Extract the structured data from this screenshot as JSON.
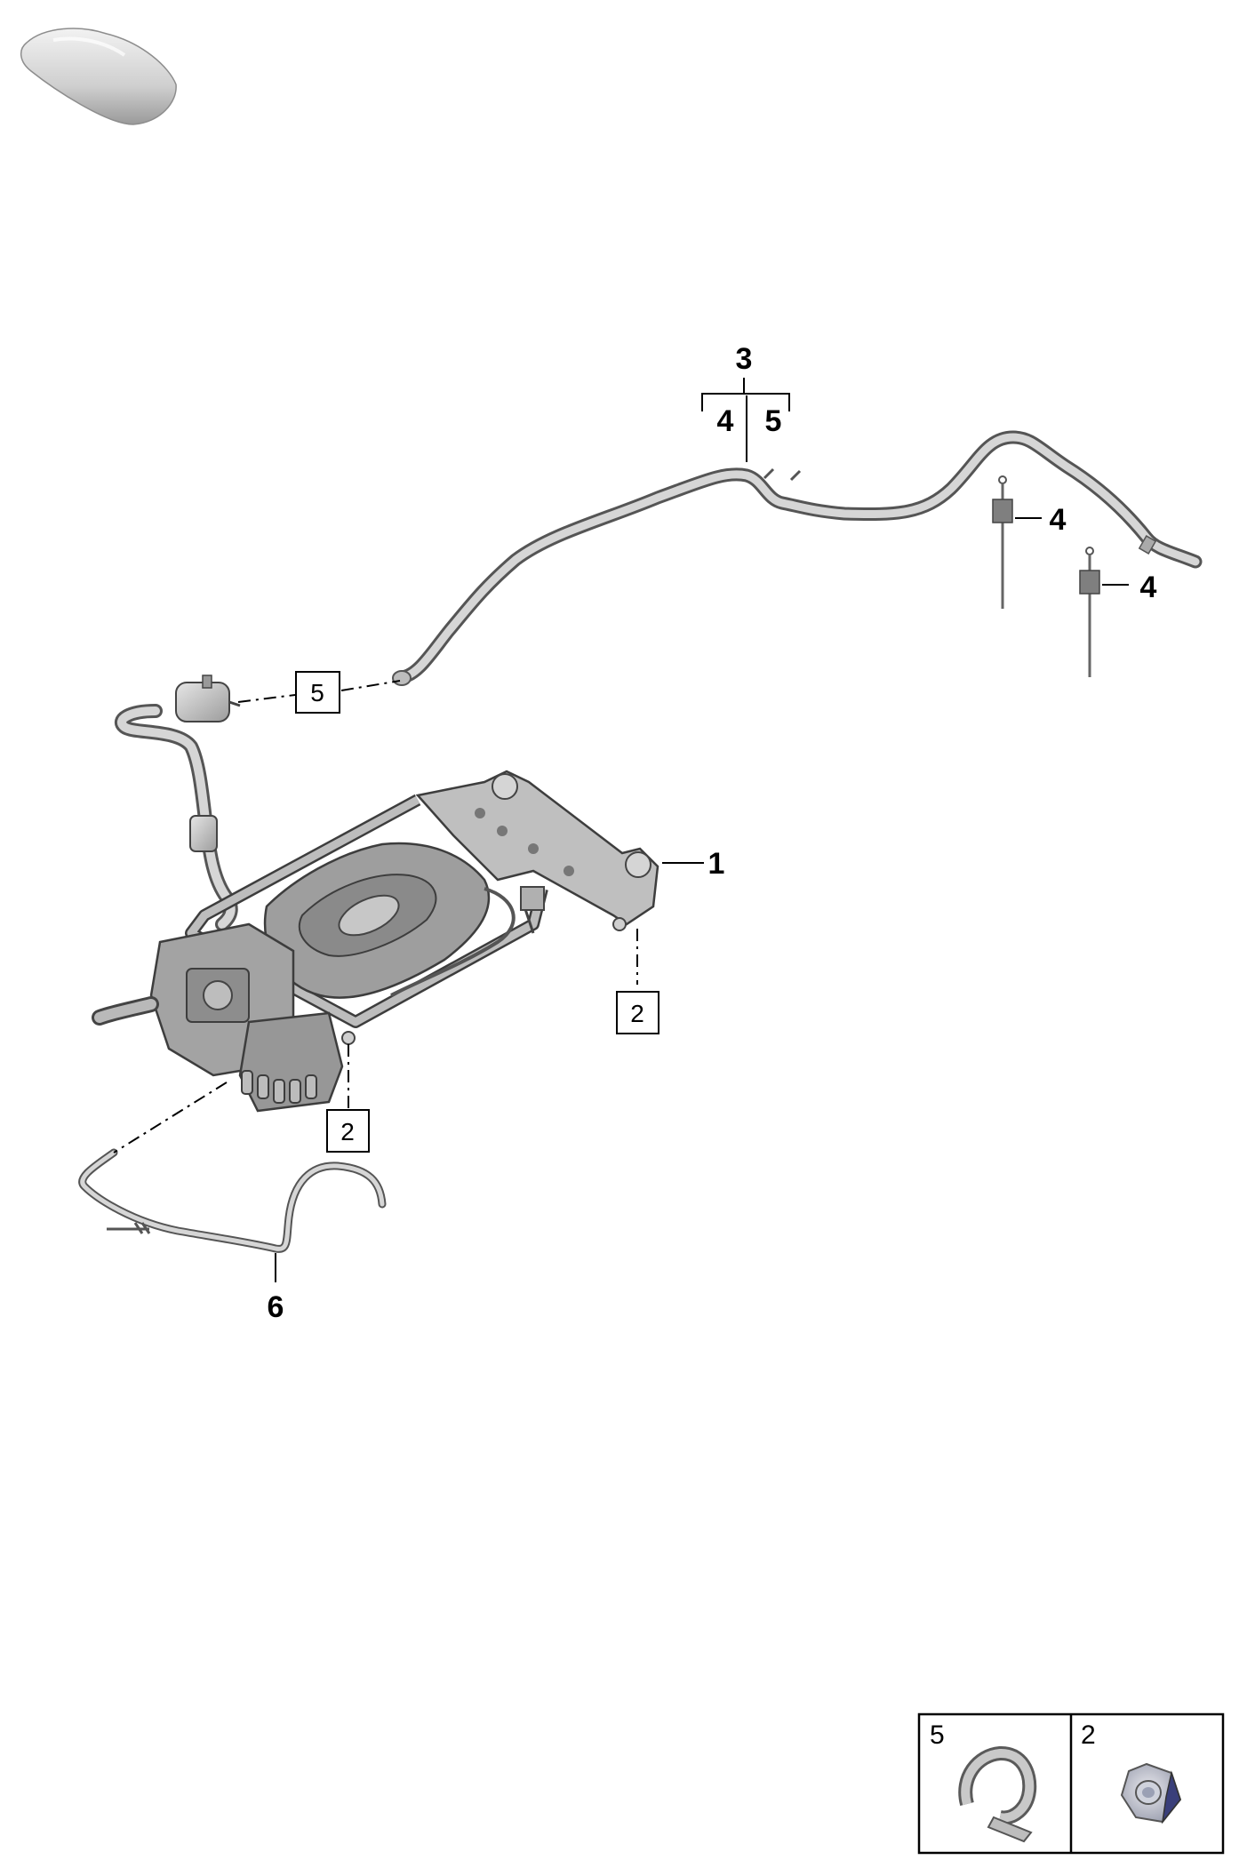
{
  "diagram": {
    "callouts": {
      "part_1": "1",
      "part_3": "3",
      "part_3_sub_4": "4",
      "part_3_sub_5": "5",
      "part_4_a": "4",
      "part_4_b": "4",
      "part_6": "6"
    },
    "boxed_refs": {
      "ref_5": "5",
      "ref_2_right": "2",
      "ref_2_lower": "2"
    },
    "legend": {
      "cells": [
        {
          "number": "5",
          "part": "hose-clip"
        },
        {
          "number": "2",
          "part": "hex-nut"
        }
      ]
    },
    "icons": [
      "car-thumbnail-icon",
      "hose-clip-icon",
      "hex-nut-icon"
    ],
    "colors": {
      "line": "#000000",
      "part_fill": "#cfcfcf",
      "part_shadow": "#8a8a8a",
      "nut_blue": "#3a3f7a"
    }
  }
}
